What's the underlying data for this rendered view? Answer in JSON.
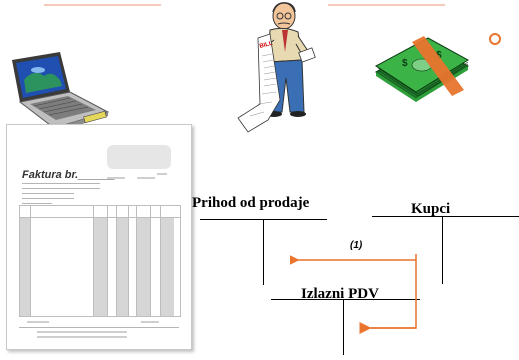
{
  "invoice": {
    "title": "Faktura br.______"
  },
  "accounts": {
    "prihod": "Prihod od prodaje",
    "kupci": "Kupci",
    "pdv": "Izlazni PDV"
  },
  "flow_note": "(1)",
  "colors": {
    "accent_line": "#f6c9b8",
    "bullet": "#e8742d",
    "arrow": "#e8742d",
    "money": "#2e9e3a",
    "money_band": "#e8742d"
  },
  "icons": {
    "laptop": "laptop-icon",
    "man": "man-reading-bill-icon",
    "money": "money-stack-icon",
    "bullet": "bullet-icon"
  }
}
